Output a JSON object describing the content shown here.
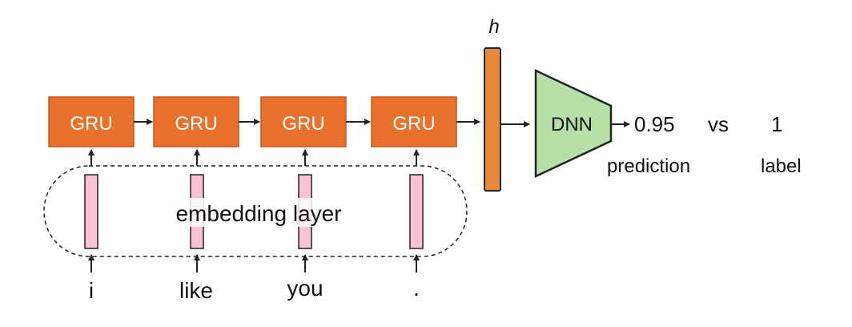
{
  "diagram": {
    "gru_label": "GRU",
    "gru_count": 4,
    "hidden_label": "h",
    "dnn_label": "DNN",
    "prediction_value": "0.95",
    "vs_label": "vs",
    "label_value": "1",
    "prediction_caption": "prediction",
    "label_caption": "label",
    "embedding_label": "embedding layer",
    "tokens": [
      "i",
      "like",
      "you",
      "."
    ]
  },
  "colors": {
    "gru_fill": "#E9712B",
    "gru_border": "#C25A1E",
    "hidden_fill": "#E8893A",
    "dnn_fill": "#B6E0A6",
    "embedding_fill": "#F9C3D4",
    "outline": "#222222"
  }
}
